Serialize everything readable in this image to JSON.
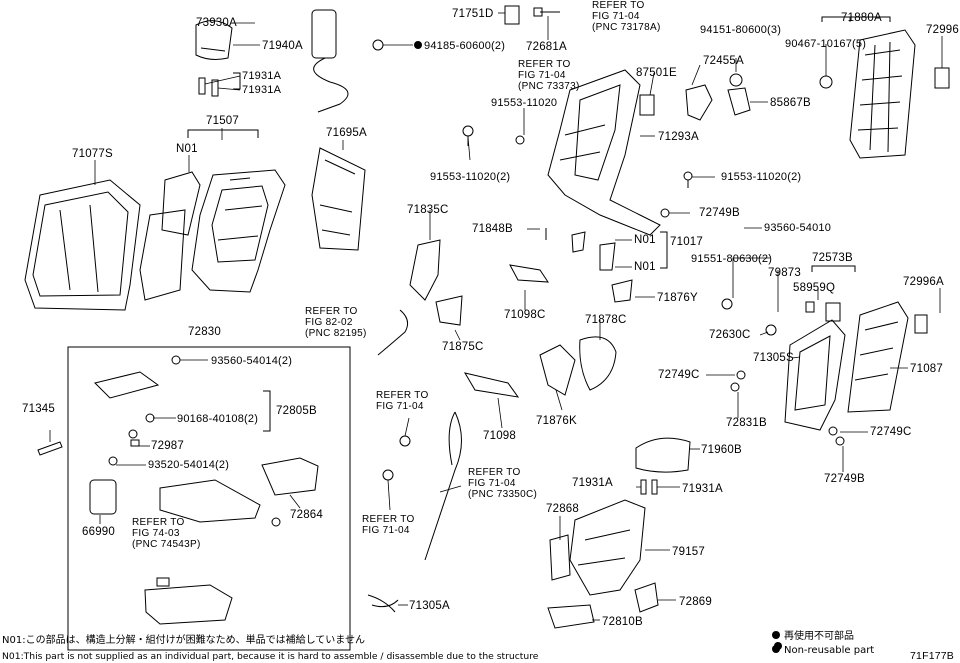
{
  "labels": {
    "p73930A": "73930A",
    "p71940A": "71940A",
    "p71931A_1": "71931A",
    "p71931A_2": "71931A",
    "p71751D": "71751D",
    "p72681A": "72681A",
    "p94185": "94185-60600(2)",
    "p94151": "94151-80600(3)",
    "p71880A": "71880A",
    "p90467": "90467-10167(5)",
    "p72996": "72996",
    "p72455A": "72455A",
    "p87501E": "87501E",
    "p85867B": "85867B",
    "p91553_a": "91553-11020",
    "p71293A": "71293A",
    "p91553_b": "91553-11020(2)",
    "p91553_c": "91553-11020(2)",
    "p71507": "71507",
    "pN01_a": "N01",
    "p71695A": "71695A",
    "p71077S": "71077S",
    "p72749B_1": "72749B",
    "p71835C": "71835C",
    "p71848B": "71848B",
    "pN01_b": "N01",
    "pN01_c": "N01",
    "p71017": "71017",
    "p93560_54010": "93560-54010",
    "p72573B": "72573B",
    "p91551": "91551-80630(2)",
    "p79873": "79873",
    "p58959Q": "58959Q",
    "p72996A": "72996A",
    "p71876Y": "71876Y",
    "p71098C": "71098C",
    "p71878C": "71878C",
    "p72630C": "72630C",
    "p71305S": "71305S",
    "p71087": "71087",
    "p72749C_1": "72749C",
    "p72831B": "72831B",
    "p72749C_2": "72749C",
    "p72749B_2": "72749B",
    "p72830": "72830",
    "p93560_54014": "93560-54014(2)",
    "p72805B": "72805B",
    "p90168": "90168-40108(2)",
    "p72987": "72987",
    "p93520": "93520-54014(2)",
    "p72864": "72864",
    "p66990": "66990",
    "p71345": "71345",
    "p71875C": "71875C",
    "p71876K": "71876K",
    "p71098": "71098",
    "p71960B": "71960B",
    "p71931A_3": "71931A",
    "p71931A_4": "71931A",
    "p72868": "72868",
    "p79157": "79157",
    "p72869": "72869",
    "p72810B": "72810B",
    "p71305A": "71305A"
  },
  "refs": {
    "r1": "REFER TO\nFIG 71-04\n(PNC 73178A)",
    "r2": "REFER TO\nFIG 71-04\n(PNC 73373)",
    "r3": "REFER TO\nFIG 82-02\n(PNC 82195)",
    "r4": "REFER TO\nFIG 71-04",
    "r5": "REFER TO\nFIG 71-04\n(PNC 73350C)",
    "r6": "REFER TO\nFIG 71-04",
    "r7": "REFER TO\nFIG 74-03\n(PNC 74543P)"
  },
  "notes": {
    "n01_jp": "N01:この部品は、構造上分解・組付けが困難なため、単品では補給していません",
    "n01_en": "N01:This part is not supplied as an individual part, because it is hard to assemble / disassemble due to the structure",
    "legend_jp": "再使用不可部品",
    "legend_en": "Non-reusable part",
    "fig_code": "71F177B"
  }
}
